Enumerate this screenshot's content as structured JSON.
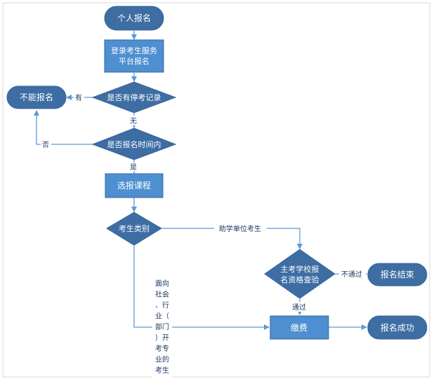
{
  "nodes": {
    "start": "个人报名",
    "login_line1": "登录考生服务",
    "login_line2": "平台报名",
    "suspend_check": "是否有停考记录",
    "cannot_register": "不能报名",
    "time_check": "是否报名时间内",
    "select_course": "选报课程",
    "candidate_type": "考生类别",
    "school_check_line1": "主考学校报",
    "school_check_line2": "名资格查验",
    "register_end": "报名结束",
    "pay": "缴费",
    "register_success": "报名成功"
  },
  "labels": {
    "has": "有",
    "none": "无",
    "no": "否",
    "yes": "是",
    "assisting_unit": "助学单位考生",
    "not_passed": "不通过",
    "passed": "通过",
    "public_lines": [
      "面向",
      "社会",
      "、行",
      "业（",
      "部门",
      "）开",
      "考专",
      "业的",
      "考生"
    ]
  },
  "colors": {
    "node_dark": "#3d6da3",
    "node_light": "#4d8fd0",
    "node_border": "#37679e",
    "arrow": "#5b9bd5",
    "text_light": "#ffffff",
    "text_dark": "#1f3864",
    "frame": "#d9d9d9"
  }
}
